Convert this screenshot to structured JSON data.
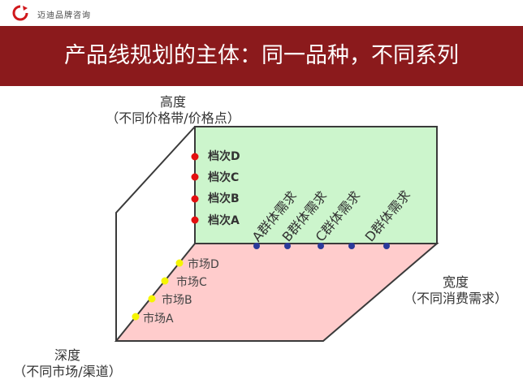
{
  "header": {
    "brand": "迈迪品牌咨询",
    "logo_icon": "red-circular-arrow-logo"
  },
  "banner": {
    "title": "产品线规划的主体：同一品种，不同系列",
    "background": "#8b1a1c"
  },
  "axes": {
    "height": {
      "title": "高度",
      "subtitle": "（不同价格带/价格点）"
    },
    "width": {
      "title": "宽度",
      "subtitle": "（不同消费需求）"
    },
    "depth": {
      "title": "深度",
      "subtitle": "（不同市场/渠道）"
    }
  },
  "tiers": [
    "档次D",
    "档次C",
    "档次B",
    "档次A"
  ],
  "groups": [
    "A群体需求",
    "B群体需求",
    "C群体需求",
    "D群体需求"
  ],
  "markets": [
    "市场D",
    "市场C",
    "市场B",
    "市场A"
  ],
  "colors": {
    "back_plane": "#ccf5cc",
    "floor_plane": "#ffcccc",
    "tier_dot": "#e31010",
    "group_dot": "#2b3a9a",
    "market_dot": "#f5f500",
    "edge": "#3a3a3a"
  }
}
